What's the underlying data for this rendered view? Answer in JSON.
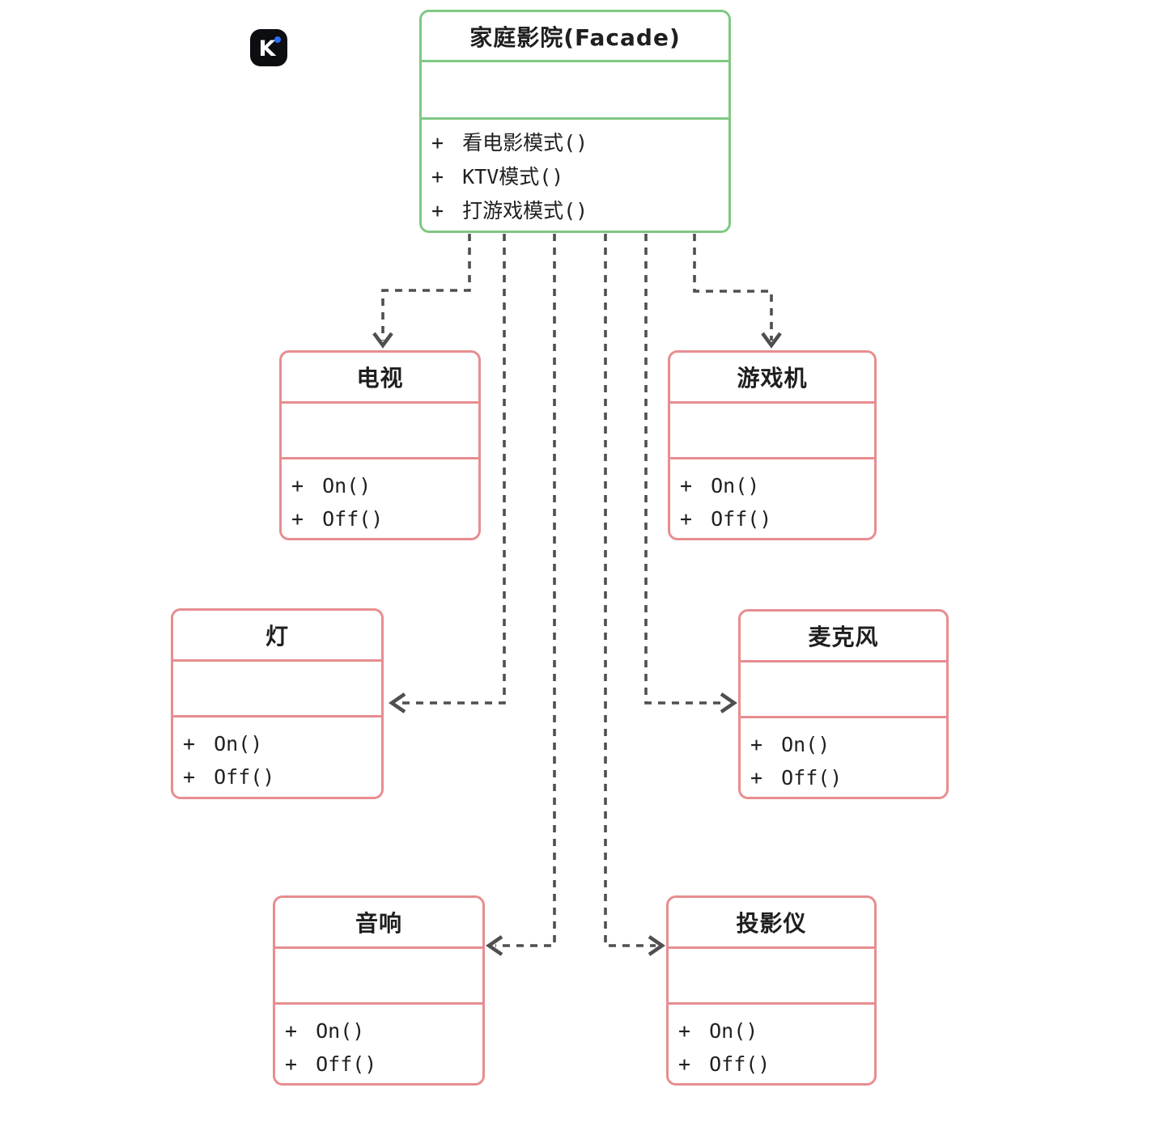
{
  "diagram": {
    "kind": "uml-class-diagram",
    "pattern": "Facade"
  },
  "logo": {
    "letter": "K",
    "bg_color": "#0c0e12",
    "dot_color": "#2e6bff"
  },
  "colors": {
    "facade_border": "#7ec883",
    "subsystem_border": "#e88d90",
    "connector": "#4f4f4f",
    "text": "#1f1f1f",
    "background": "#ffffff"
  },
  "classes": {
    "facade": {
      "title": "家庭影院(Facade)",
      "attributes": [],
      "methods": [
        "+ 看电影模式()",
        "+ KTV模式()",
        "+ 打游戏模式()"
      ]
    },
    "tv": {
      "title": "电视",
      "attributes": [],
      "methods": [
        "+ On()",
        "+ Off()"
      ]
    },
    "game": {
      "title": "游戏机",
      "attributes": [],
      "methods": [
        "+ On()",
        "+ Off()"
      ]
    },
    "lamp": {
      "title": "灯",
      "attributes": [],
      "methods": [
        "+ On()",
        "+ Off()"
      ]
    },
    "mic": {
      "title": "麦克风",
      "attributes": [],
      "methods": [
        "+ On()",
        "+ Off()"
      ]
    },
    "speaker": {
      "title": "音响",
      "attributes": [],
      "methods": [
        "+ On()",
        "+ Off()"
      ]
    },
    "projector": {
      "title": "投影仪",
      "attributes": [],
      "methods": [
        "+ On()",
        "+ Off()"
      ]
    }
  },
  "connections": [
    {
      "from": "家庭影院(Facade)",
      "to": "电视",
      "style": "dashed-arrow"
    },
    {
      "from": "家庭影院(Facade)",
      "to": "游戏机",
      "style": "dashed-arrow"
    },
    {
      "from": "家庭影院(Facade)",
      "to": "灯",
      "style": "dashed-arrow"
    },
    {
      "from": "家庭影院(Facade)",
      "to": "麦克风",
      "style": "dashed-arrow"
    },
    {
      "from": "家庭影院(Facade)",
      "to": "音响",
      "style": "dashed-arrow"
    },
    {
      "from": "家庭影院(Facade)",
      "to": "投影仪",
      "style": "dashed-arrow"
    }
  ]
}
